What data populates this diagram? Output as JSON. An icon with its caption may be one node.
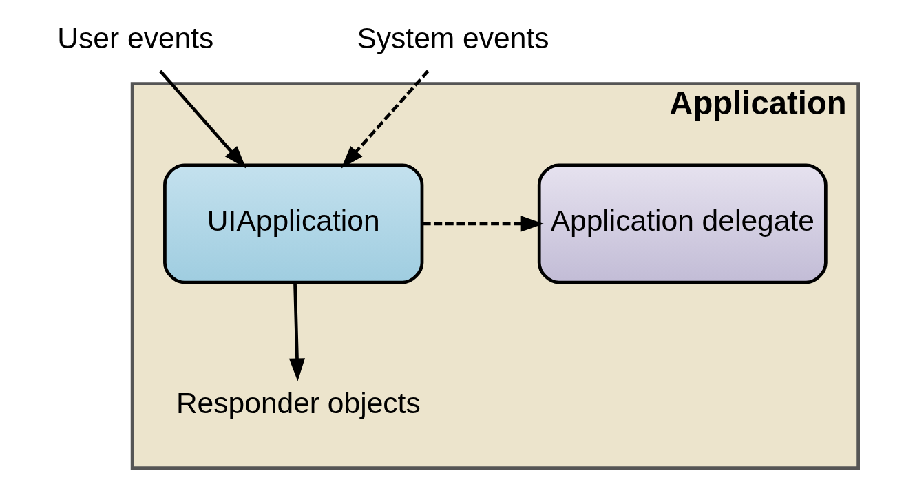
{
  "diagram": {
    "nodes": [
      {
        "text": [
          "Application"
        ]
      },
      {
        "text": [
          "User events"
        ]
      },
      {
        "text": [
          "System events"
        ]
      },
      {
        "text": [
          "UIApplication"
        ],
        "in": 0
      },
      {
        "text": [
          "Application delegate"
        ],
        "in": 0
      },
      {
        "text": [
          "Responder objects"
        ],
        "in": 0
      }
    ],
    "edges": [
      {
        "from": 1,
        "to": 3,
        "arrow": "to"
      },
      {
        "from": 2,
        "to": 3,
        "arrow": "to",
        "style": "dashed"
      },
      {
        "from": 3,
        "to": 4,
        "arrow": "to",
        "style": "dashed"
      },
      {
        "from": 3,
        "to": 5,
        "arrow": "to"
      }
    ]
  }
}
